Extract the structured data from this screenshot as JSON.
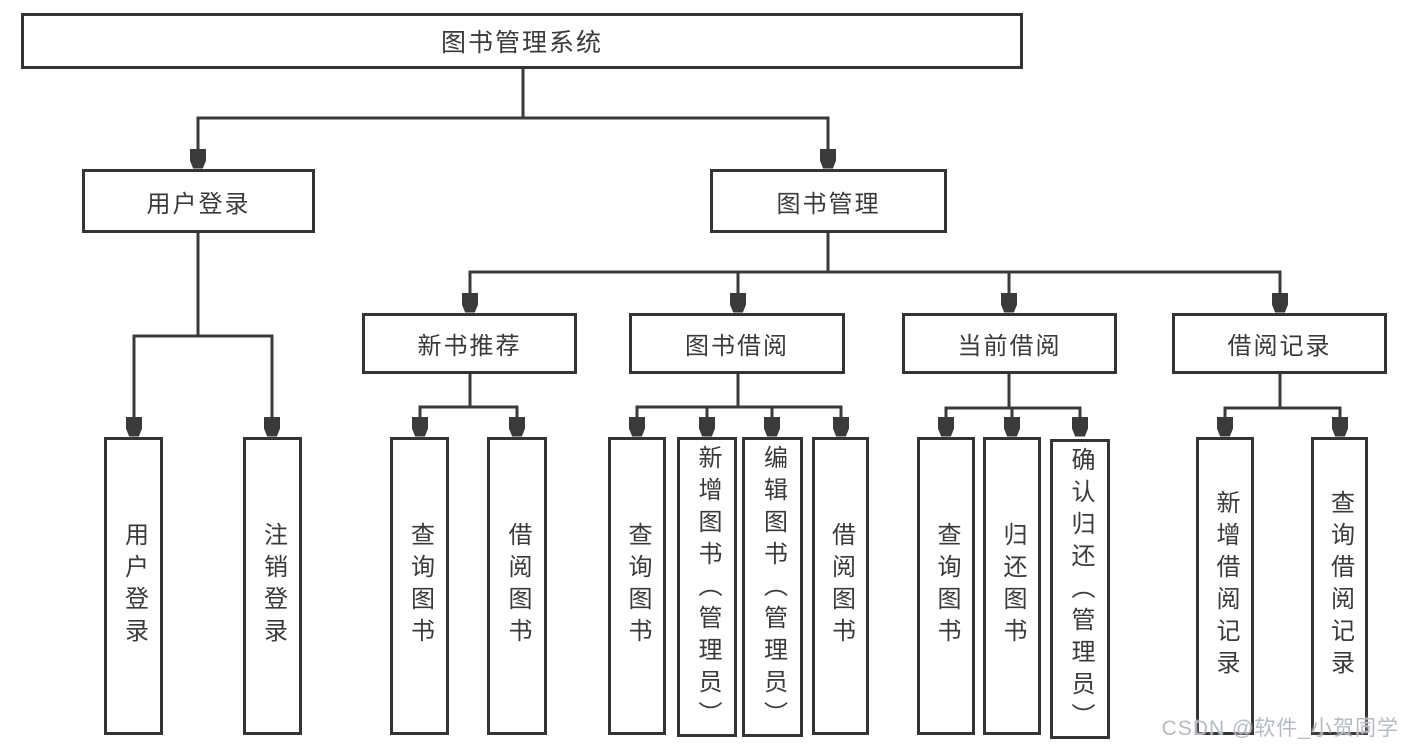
{
  "colors": {
    "background": "#FFFFFF",
    "box_fill": "#FFFFFF",
    "box_border": "#343434",
    "line": "#3A3A3A",
    "text": "#3A3A3A",
    "watermark": "#B6BAC1"
  },
  "watermark": {
    "text": "CSDN @软件_小贺同学"
  },
  "tree": {
    "label": "图书管理系统",
    "children": [
      {
        "label": "用户登录",
        "children": [
          {
            "label": "用户登录"
          },
          {
            "label": "注销登录"
          }
        ]
      },
      {
        "label": "图书管理",
        "children": [
          {
            "label": "新书推荐",
            "children": [
              {
                "label": "查询图书"
              },
              {
                "label": "借阅图书"
              }
            ]
          },
          {
            "label": "图书借阅",
            "children": [
              {
                "label": "查询图书"
              },
              {
                "label": "新增图书（管理员）"
              },
              {
                "label": "编辑图书（管理员）"
              },
              {
                "label": "借阅图书"
              }
            ]
          },
          {
            "label": "当前借阅",
            "children": [
              {
                "label": "查询图书"
              },
              {
                "label": "归还图书"
              },
              {
                "label": "确认归还（管理员）"
              }
            ]
          },
          {
            "label": "借阅记录",
            "children": [
              {
                "label": "新增借阅记录"
              },
              {
                "label": "查询借阅记录"
              }
            ]
          }
        ]
      }
    ]
  }
}
